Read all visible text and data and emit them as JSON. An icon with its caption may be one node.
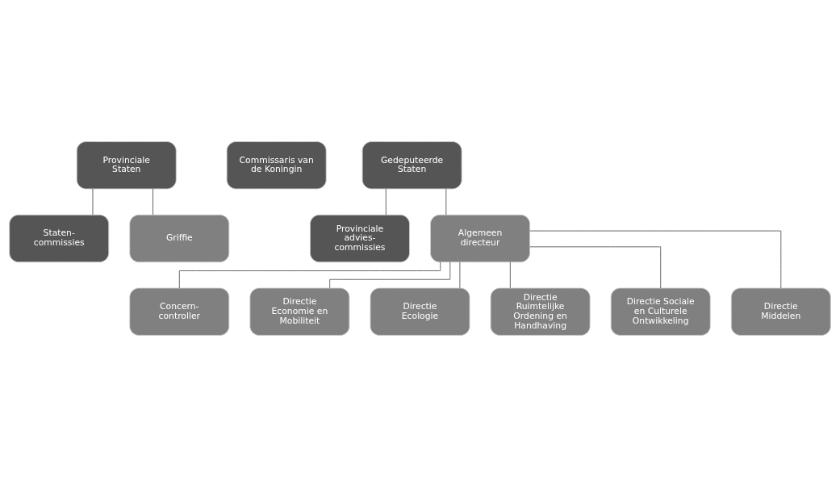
{
  "diagram": {
    "nodes": [
      {
        "text": [
          "Provinciale Staten"
        ]
      },
      {
        "text": [
          "Commissaris van de Koningin"
        ]
      },
      {
        "text": [
          "Gedeputeerde Staten"
        ]
      },
      {
        "text": [
          "Staten- commissies"
        ]
      },
      {
        "text": [
          "Griffie"
        ]
      },
      {
        "text": [
          "Provinciale advies- commissies"
        ]
      },
      {
        "text": [
          "Algemeen directeur"
        ]
      },
      {
        "text": [
          "Concern- controller"
        ]
      },
      {
        "text": [
          "Directie Economie en Mobiliteit"
        ]
      },
      {
        "text": [
          "Directie Ecologie"
        ]
      },
      {
        "text": [
          "Directie Ruimtelijke Ordening en Handhaving"
        ]
      },
      {
        "text": [
          "Directie Sociale en Culturele Ontwikkeling"
        ]
      },
      {
        "text": [
          "Directie Middelen"
        ]
      }
    ],
    "edges": [
      {
        "from": 0,
        "to": 3,
        "arrow": "none"
      },
      {
        "from": 0,
        "to": 4,
        "arrow": "none"
      },
      {
        "from": 2,
        "to": 5,
        "arrow": "none"
      },
      {
        "from": 2,
        "to": 6,
        "arrow": "none"
      },
      {
        "from": 6,
        "to": 7,
        "arrow": "none"
      },
      {
        "from": 6,
        "to": 8,
        "arrow": "none"
      },
      {
        "from": 6,
        "to": 9,
        "arrow": "none"
      },
      {
        "from": 6,
        "to": 10,
        "arrow": "none"
      },
      {
        "from": 6,
        "to": 11,
        "arrow": "none"
      },
      {
        "from": 6,
        "to": 12,
        "arrow": "none"
      }
    ]
  }
}
